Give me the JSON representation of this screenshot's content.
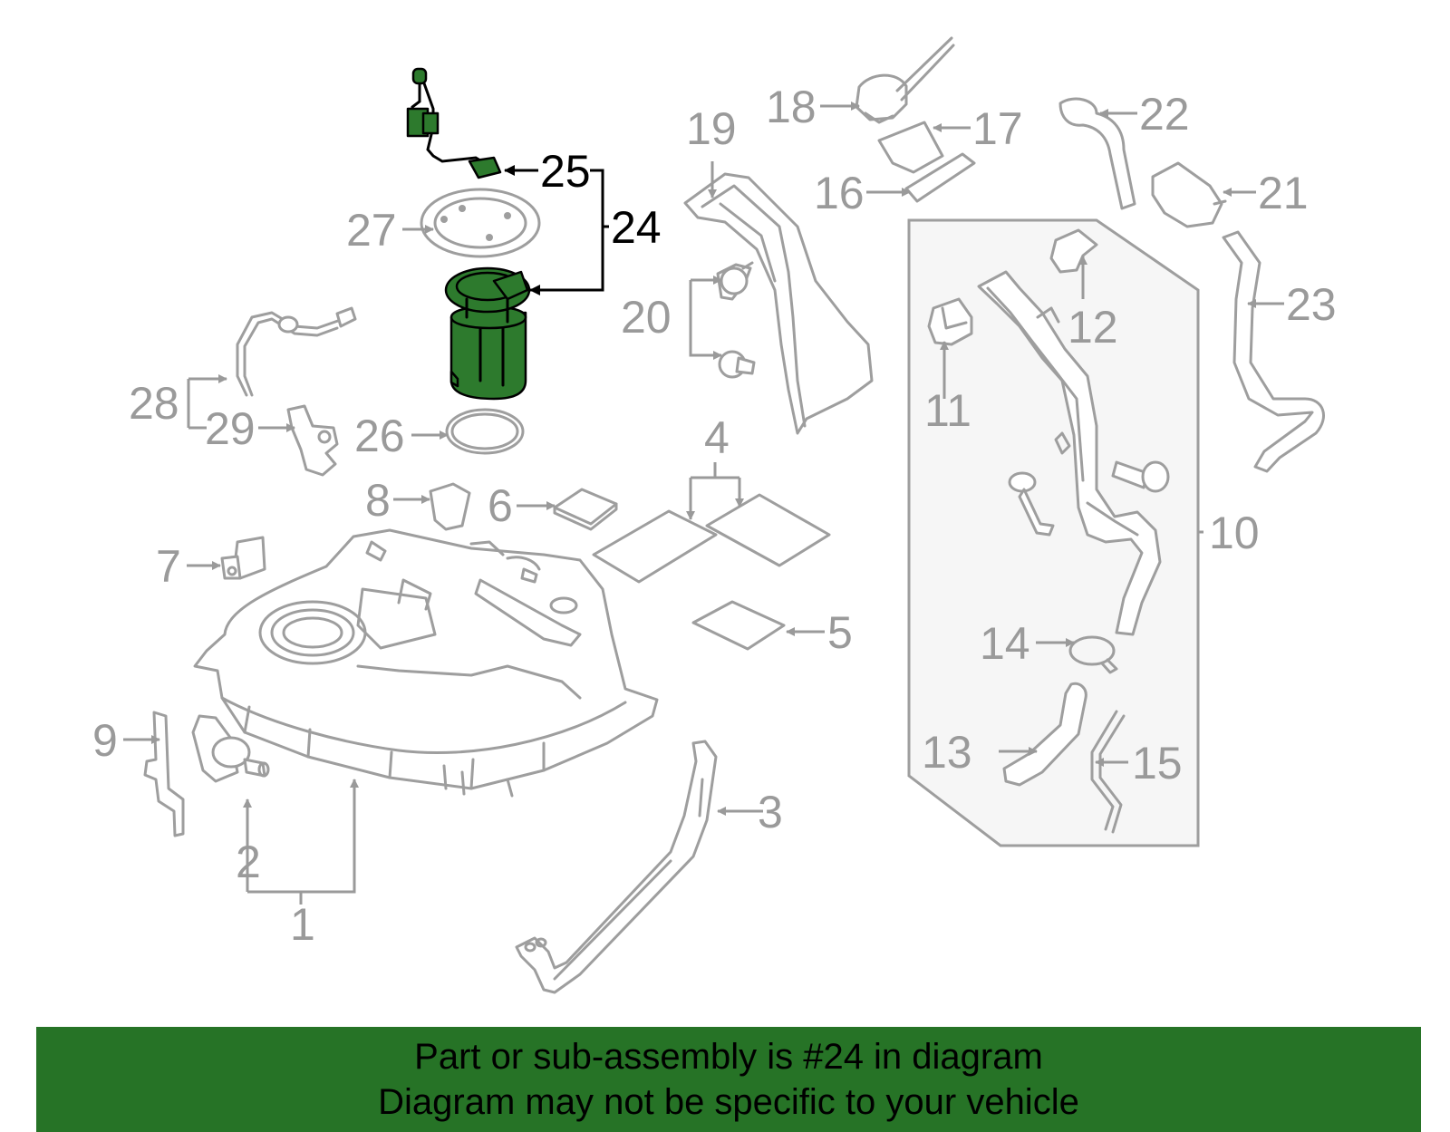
{
  "banner": {
    "line1": "Part or sub-assembly is #24 in diagram",
    "line2": "Diagram may not be specific to your vehicle",
    "background_color": "#267326"
  },
  "highlight_color": "#2d7a2d",
  "callouts": {
    "c1": "1",
    "c2": "2",
    "c3": "3",
    "c4": "4",
    "c5": "5",
    "c6": "6",
    "c7": "7",
    "c8": "8",
    "c9": "9",
    "c10": "10",
    "c11": "11",
    "c12": "12",
    "c13": "13",
    "c14": "14",
    "c15": "15",
    "c16": "16",
    "c17": "17",
    "c18": "18",
    "c19": "19",
    "c20": "20",
    "c21": "21",
    "c22": "22",
    "c23": "23",
    "c24": "24",
    "c25": "25",
    "c26": "26",
    "c27": "27",
    "c28": "28",
    "c29": "29"
  }
}
